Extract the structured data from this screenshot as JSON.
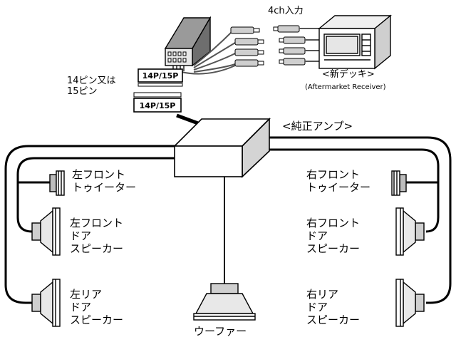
{
  "labels": {
    "input_4ch": "4ch入力",
    "new_deck": "<新デッキ>",
    "aftermarket": "(Aftermarket Receiver)",
    "pin_note": [
      "14ピン又は",
      "15ピン"
    ],
    "connector_top": "14P/15P",
    "connector_bottom": "14P/15P",
    "oem_amp": "<純正アンプ>",
    "left_front_tweeter": [
      "左フロント",
      "トゥイーター"
    ],
    "left_front_door": [
      "左フロント",
      "ドア",
      "スピーカー"
    ],
    "left_rear_door": [
      "左リア",
      "ドア",
      "スピーカー"
    ],
    "right_front_tweeter": [
      "右フロント",
      "トゥイーター"
    ],
    "right_front_door": [
      "右フロント",
      "ドア",
      "スピーカー"
    ],
    "right_rear_door": [
      "右リア",
      "ドア",
      "スピーカー"
    ],
    "woofer": "ウーファー"
  }
}
